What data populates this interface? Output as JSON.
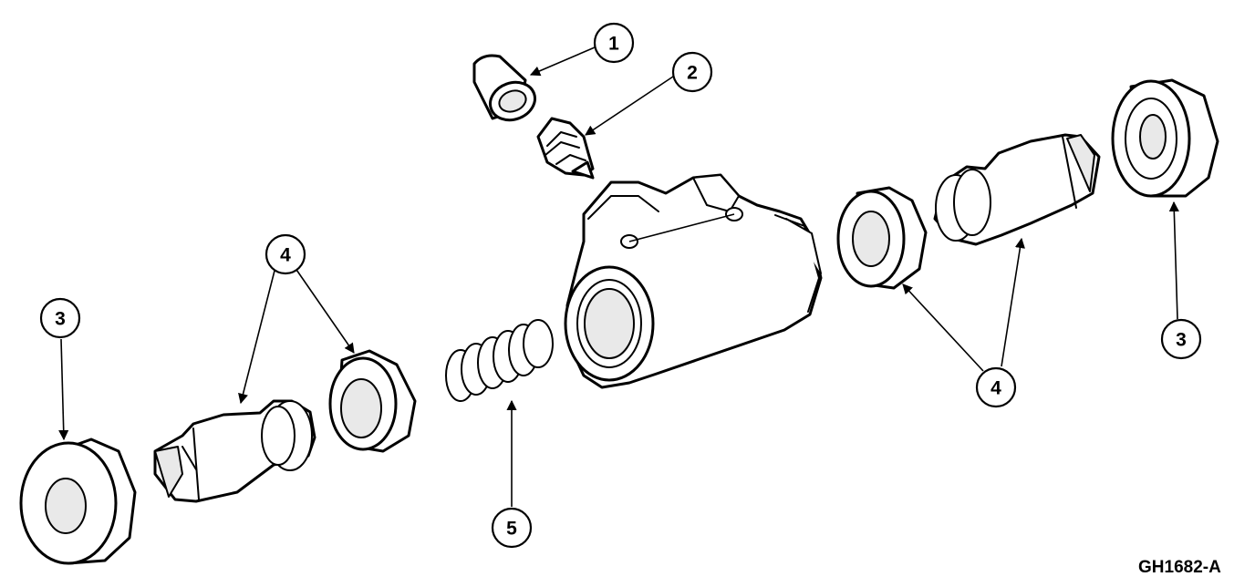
{
  "figure_id": "GH1682-A",
  "callouts": {
    "c1": "1",
    "c2": "2",
    "c3_left": "3",
    "c3_right": "3",
    "c4_left": "4",
    "c4_right": "4",
    "c5": "5"
  }
}
